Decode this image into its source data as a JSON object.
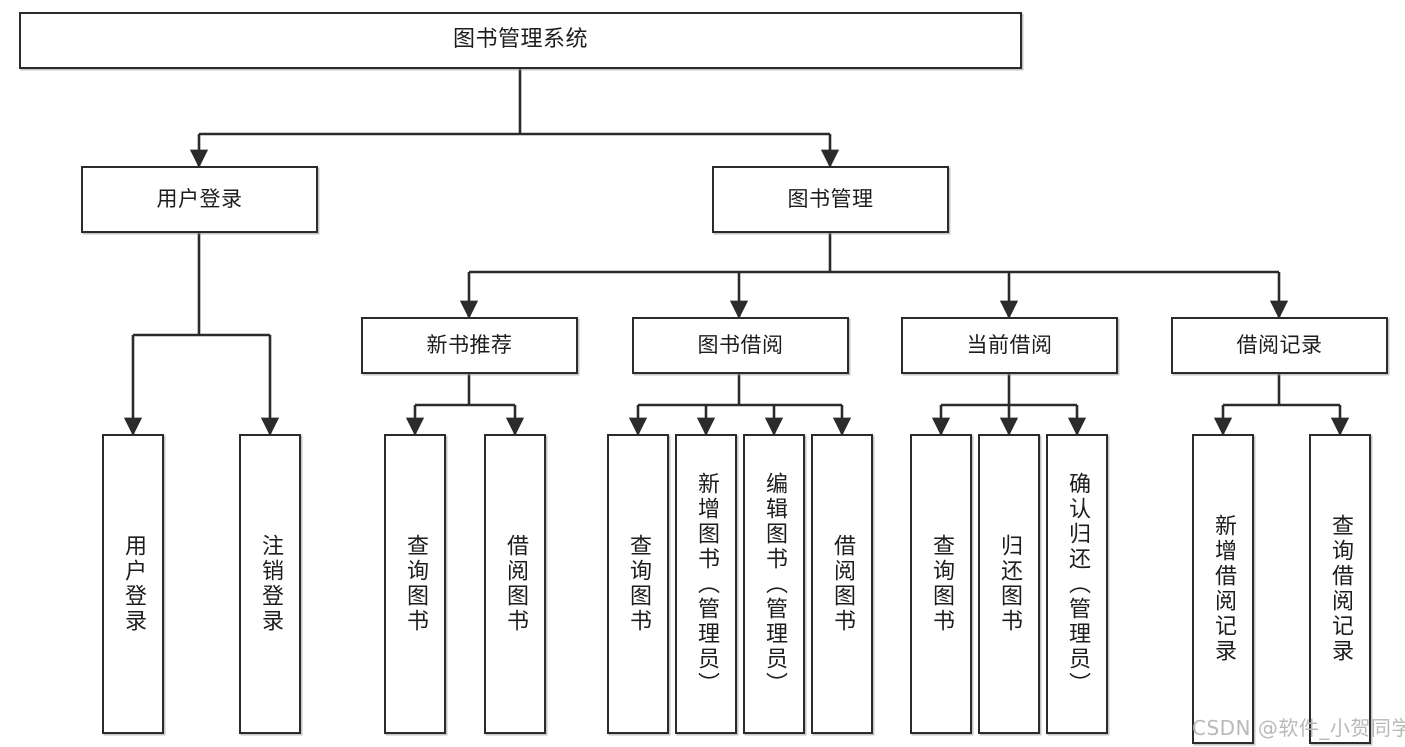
{
  "diagram": {
    "title": "图书管理系统",
    "watermark": "CSDN @软件_小贺同学",
    "colors": {
      "box_border": "#2b2b2b",
      "box_fill": "#ffffff",
      "edge": "#2b2b2b",
      "watermark": "#b9b9b9",
      "background": "#ffffff"
    },
    "root": {
      "label": "图书管理系统"
    },
    "branches": [
      {
        "id": "user-login",
        "label": "用户登录"
      },
      {
        "id": "book-manage",
        "label": "图书管理"
      }
    ],
    "subbranches": [
      {
        "id": "new-book-recommend",
        "label": "新书推荐"
      },
      {
        "id": "book-borrow",
        "label": "图书借阅"
      },
      {
        "id": "current-borrow",
        "label": "当前借阅"
      },
      {
        "id": "borrow-record",
        "label": "借阅记录"
      }
    ],
    "leaves": {
      "user-login": [
        {
          "id": "user-login-leaf",
          "label": "用户登录"
        },
        {
          "id": "logout-leaf",
          "label": "注销登录"
        }
      ],
      "new-book-recommend": [
        {
          "id": "query-book-1",
          "label": "查询图书"
        },
        {
          "id": "borrow-book-1",
          "label": "借阅图书"
        }
      ],
      "book-borrow": [
        {
          "id": "query-book-2",
          "label": "查询图书"
        },
        {
          "id": "add-book",
          "label": "新增图书（管理员）"
        },
        {
          "id": "edit-book",
          "label": "编辑图书（管理员）"
        },
        {
          "id": "borrow-book-2",
          "label": "借阅图书"
        }
      ],
      "current-borrow": [
        {
          "id": "query-book-3",
          "label": "查询图书"
        },
        {
          "id": "return-book",
          "label": "归还图书"
        },
        {
          "id": "confirm-return",
          "label": "确认归还（管理员）"
        }
      ],
      "borrow-record": [
        {
          "id": "add-borrow-record",
          "label": "新增借阅记录"
        },
        {
          "id": "query-borrow-record",
          "label": "查询借阅记录"
        }
      ]
    }
  }
}
